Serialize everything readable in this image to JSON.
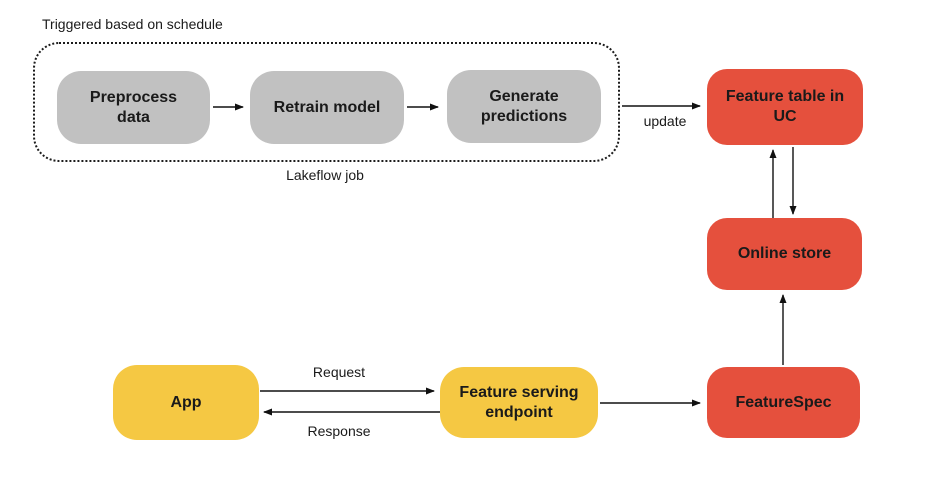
{
  "diagram": {
    "group_labels": {
      "trigger": "Triggered based on schedule",
      "lakeflow": "Lakeflow job"
    },
    "nodes": {
      "preprocess": {
        "label": "Preprocess data"
      },
      "retrain": {
        "label": "Retrain model"
      },
      "generate": {
        "label": "Generate predictions"
      },
      "feature_table": {
        "label": "Feature table in UC"
      },
      "online_store": {
        "label": "Online store"
      },
      "feature_spec": {
        "label": "FeatureSpec"
      },
      "app": {
        "label": "App"
      },
      "serving_endpoint": {
        "label": "Feature serving endpoint"
      }
    },
    "edge_labels": {
      "update": "update",
      "request": "Request",
      "response": "Response"
    },
    "colors": {
      "gray_node": "#c1c1c1",
      "red_node": "#e5503d",
      "yellow_node": "#f5c843",
      "text": "#1a1a1a",
      "background": "#ffffff"
    }
  }
}
